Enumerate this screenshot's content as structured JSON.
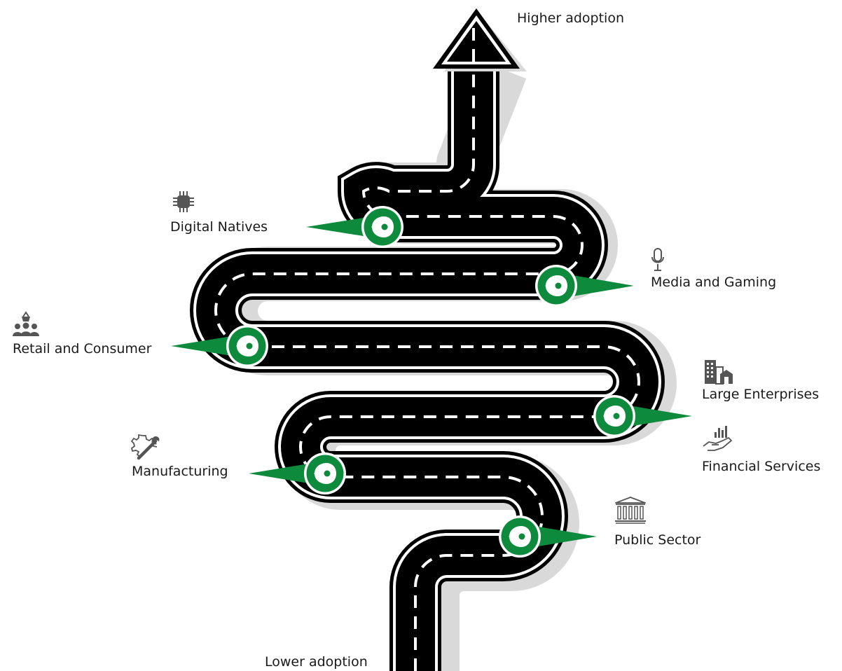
{
  "colors": {
    "road": "#000000",
    "road_edge": "#ffffff",
    "shadow": "#d9d9d9",
    "marker": "#0e8a3c",
    "icon": "#555555",
    "text": "#1a1a1a"
  },
  "labels": {
    "top": "Higher adoption",
    "bottom": "Lower adoption"
  },
  "milestones": [
    {
      "name": "Digital Natives",
      "icon": "chip-icon"
    },
    {
      "name": "Media and Gaming",
      "icon": "microphone-icon"
    },
    {
      "name": "Retail and Consumer",
      "icon": "shopping-people-icon"
    },
    {
      "name": "Large Enterprises",
      "icon": "buildings-icon"
    },
    {
      "name": "Financial Services",
      "icon": "hand-chart-icon"
    },
    {
      "name": "Manufacturing",
      "icon": "gear-wrench-icon"
    },
    {
      "name": "Public Sector",
      "icon": "government-building-icon"
    }
  ]
}
